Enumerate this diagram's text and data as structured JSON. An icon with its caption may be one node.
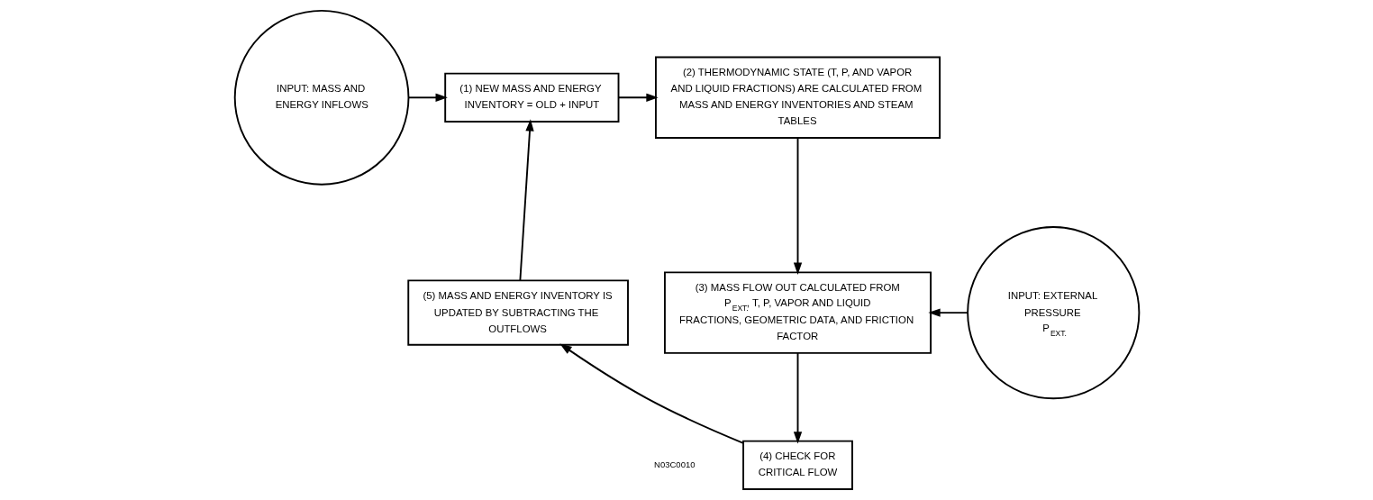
{
  "diagram": {
    "nodes": [
      {
        "text": [
          "INPUT: MASS AND ENERGY INFLOWS"
        ]
      },
      {
        "text": [
          "(1) NEW MASS AND ENERGY INVENTORY = OLD + INPUT"
        ]
      },
      {
        "text": [
          "(2) THERMODYNAMIC STATE (T, P, AND VAPOR AND LIQUID FRACTIONS) ARE CALCULATED FROM MASS AND ENERGY INVENTORIES AND STEAM TABLES"
        ]
      },
      {
        "text": [
          "(5) MASS AND ENERGY INVENTORY IS UPDATED BY SUBTRACTING THE OUTFLOWS"
        ]
      },
      {
        "text": [
          "(3) MASS FLOW OUT CALCULATED FROM P$_{EXT.}$, T, P, VAPOR AND LIQUID FRACTIONS, GEOMETRIC DATA, AND FRICTION FACTOR"
        ]
      },
      {
        "text": [
          "INPUT: EXTERNAL PRESSURE P$_{EXT.}$"
        ]
      },
      {
        "text": [
          "(4) CHECK FOR CRITICAL FLOW"
        ]
      }
    ],
    "edges": [
      {
        "from": 0,
        "to": 1,
        "arrow": "to"
      },
      {
        "from": 1,
        "to": 2,
        "arrow": "to"
      },
      {
        "from": 2,
        "to": 4,
        "arrow": "to"
      },
      {
        "from": 5,
        "to": 4,
        "arrow": "to"
      },
      {
        "from": 4,
        "to": 6,
        "arrow": "to"
      },
      {
        "from": 6,
        "to": 3,
        "arrow": "to"
      },
      {
        "from": 3,
        "to": 1,
        "arrow": "to"
      }
    ],
    "labels": [
      "N03C0010"
    ]
  }
}
